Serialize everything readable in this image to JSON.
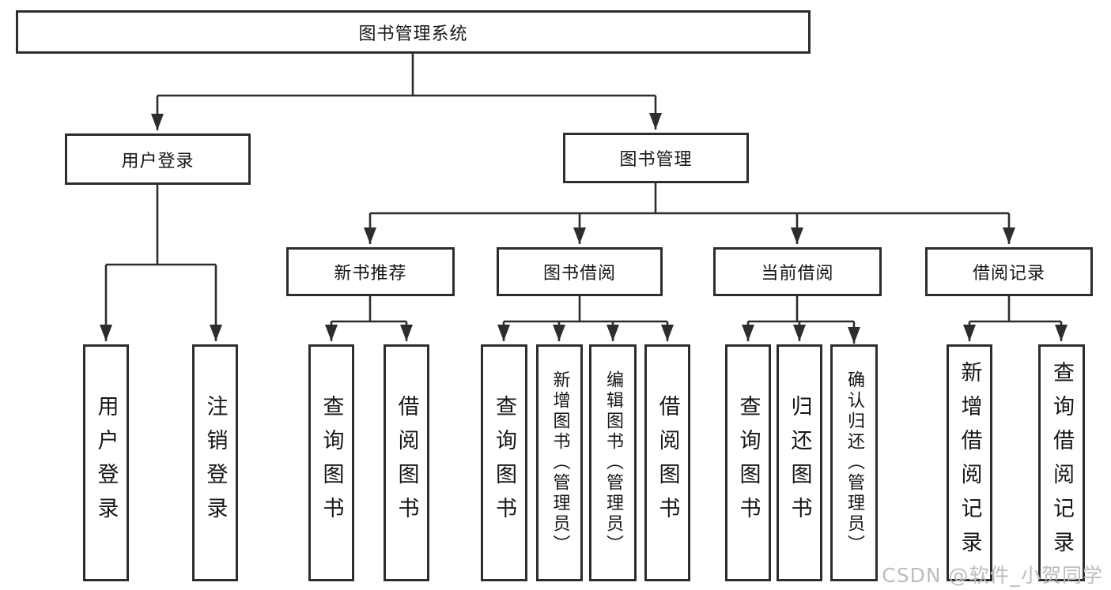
{
  "diagram_type": "hierarchy-tree",
  "tree": {
    "label": "图书管理系统",
    "children": [
      {
        "label": "用户登录",
        "children": [
          {
            "label": "用户登录"
          },
          {
            "label": "注销登录"
          }
        ]
      },
      {
        "label": "图书管理",
        "children": [
          {
            "label": "新书推荐",
            "children": [
              {
                "label": "查询图书"
              },
              {
                "label": "借阅图书"
              }
            ]
          },
          {
            "label": "图书借阅",
            "children": [
              {
                "label": "查询图书"
              },
              {
                "label": "新增图书（管理员）"
              },
              {
                "label": "编辑图书（管理员）"
              },
              {
                "label": "借阅图书"
              }
            ]
          },
          {
            "label": "当前借阅",
            "children": [
              {
                "label": "查询图书"
              },
              {
                "label": "归还图书"
              },
              {
                "label": "确认归还（管理员）"
              }
            ]
          },
          {
            "label": "借阅记录",
            "children": [
              {
                "label": "新增借阅记录"
              },
              {
                "label": "查询借阅记录"
              }
            ]
          }
        ]
      }
    ]
  },
  "colors": {
    "line": "#2d2d2d",
    "box_border": "#2d2d2d",
    "box_fill": "#ffffff",
    "text": "#161616",
    "watermark": "#bdbdbd"
  },
  "watermark": "CSDN @软件_小贺同学"
}
